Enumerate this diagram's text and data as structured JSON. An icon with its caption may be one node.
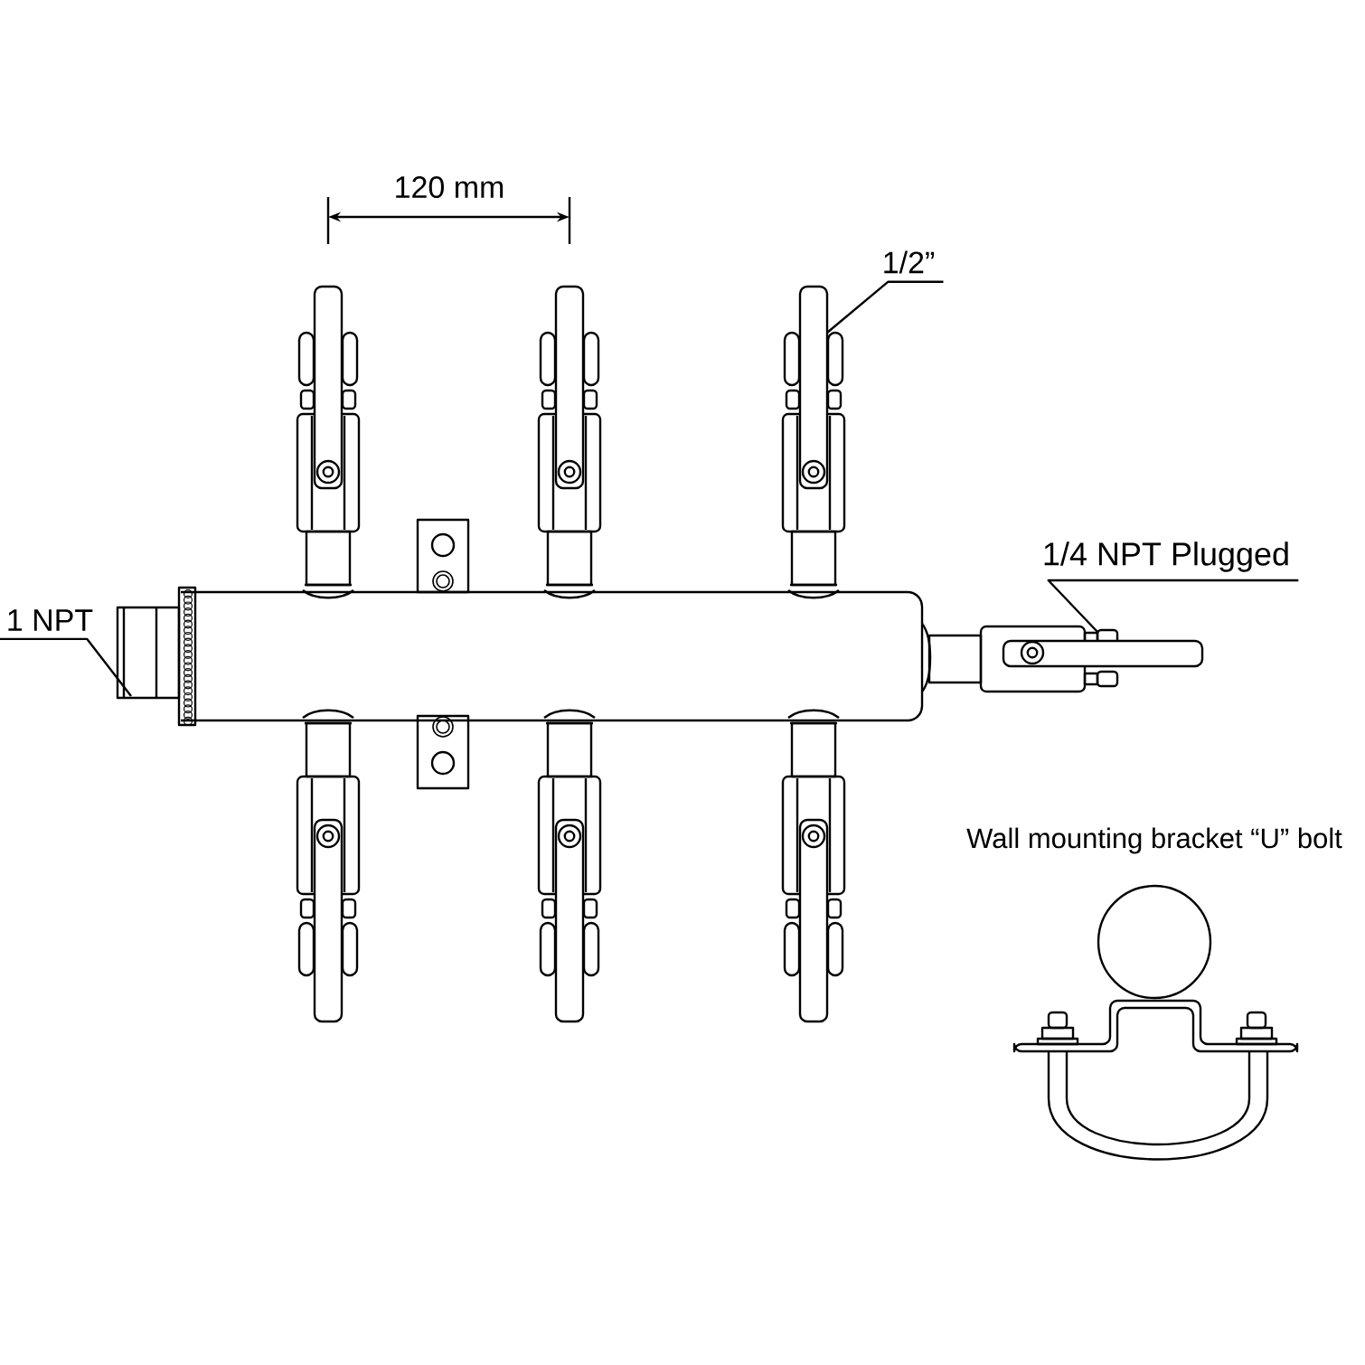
{
  "diagram": {
    "nodes": [
      {
        "text": [
          "1 NPT"
        ]
      },
      {
        "text": [],
        "shape": "picture"
      },
      {
        "text": [
          "1/2”"
        ]
      },
      {
        "text": [],
        "shape": "picture"
      },
      {
        "text": [
          "1/4 NPT Plugged"
        ]
      },
      {
        "text": [],
        "shape": "picture"
      }
    ],
    "edges": [
      {
        "from": 0,
        "to": 1,
        "arrow": "none"
      },
      {
        "from": 2,
        "to": 3,
        "arrow": "none"
      },
      {
        "from": 4,
        "to": 5,
        "arrow": "none"
      }
    ],
    "labels": [
      "120 mm",
      "Wall mounting bracket “U” bolt"
    ]
  }
}
